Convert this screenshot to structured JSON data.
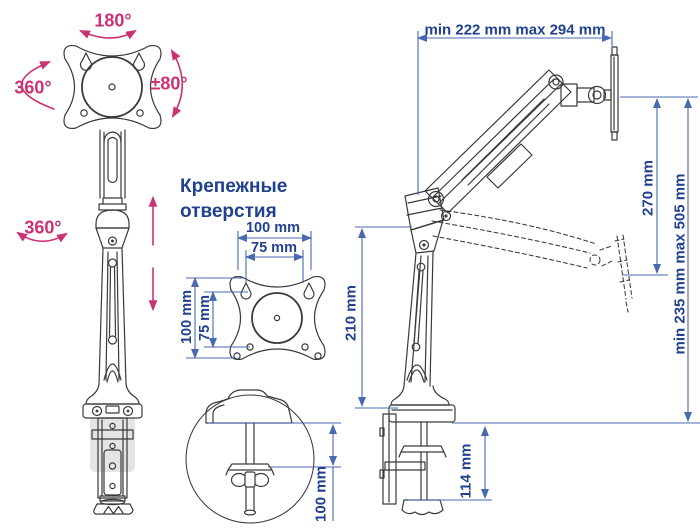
{
  "palette": {
    "pink": "#cb3274",
    "blue": "#21418f",
    "blue_line": "#4868b0",
    "line_art": "#3a3a3c",
    "background": "#ffffff"
  },
  "front_view": {
    "plate_swivel": "180°",
    "side_rotation": "360°",
    "tilt": "±80°",
    "pole_rotation": "360°"
  },
  "mounting_holes": {
    "title_line1": "Крепежные",
    "title_line2": "отверстия",
    "outer_width": "100 mm",
    "inner_width": "75 mm",
    "outer_height": "100 mm",
    "inner_height": "75 mm"
  },
  "clamp_detail": {
    "max_thickness": "100 mm"
  },
  "side_view": {
    "arm_reach": "min 222 mm max 294 mm",
    "lift_range": "270 mm",
    "height_range": "min 235 mm max 505 mm",
    "pole_height": "210 mm",
    "clamp_height": "114 mm"
  }
}
